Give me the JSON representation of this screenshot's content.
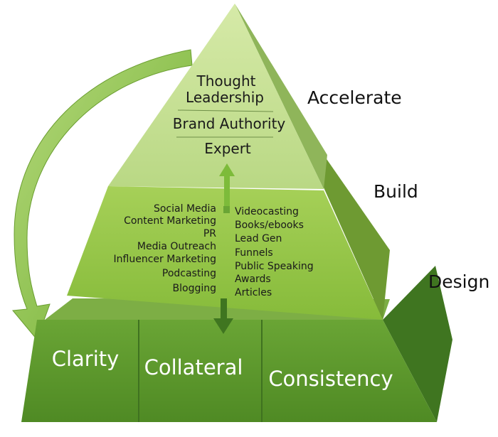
{
  "levels": {
    "top": {
      "label": "Accelerate",
      "items": [
        "Thought",
        "Leadership",
        "Brand Authority",
        "Expert"
      ]
    },
    "middle": {
      "label": "Build",
      "left_items": [
        "Social Media",
        "Content Marketing",
        "PR",
        "Media Outreach",
        "Influencer Marketing",
        "Podcasting",
        "Blogging"
      ],
      "right_items": [
        "Videocasting",
        "Books/ebooks",
        "Lead Gen",
        "Funnels",
        "Public Speaking",
        "Awards",
        "Articles"
      ]
    },
    "base": {
      "label": "Design",
      "items": [
        "Clarity",
        "Collateral",
        "Consistency"
      ]
    }
  },
  "colors": {
    "top_front": "#c3df8f",
    "top_side": "#8fb55a",
    "middle_front": "#8fc341",
    "middle_side": "#6e9a32",
    "base_front": "#5e9a2c",
    "base_side": "#3f7520",
    "arrow": "#7bb33a"
  }
}
